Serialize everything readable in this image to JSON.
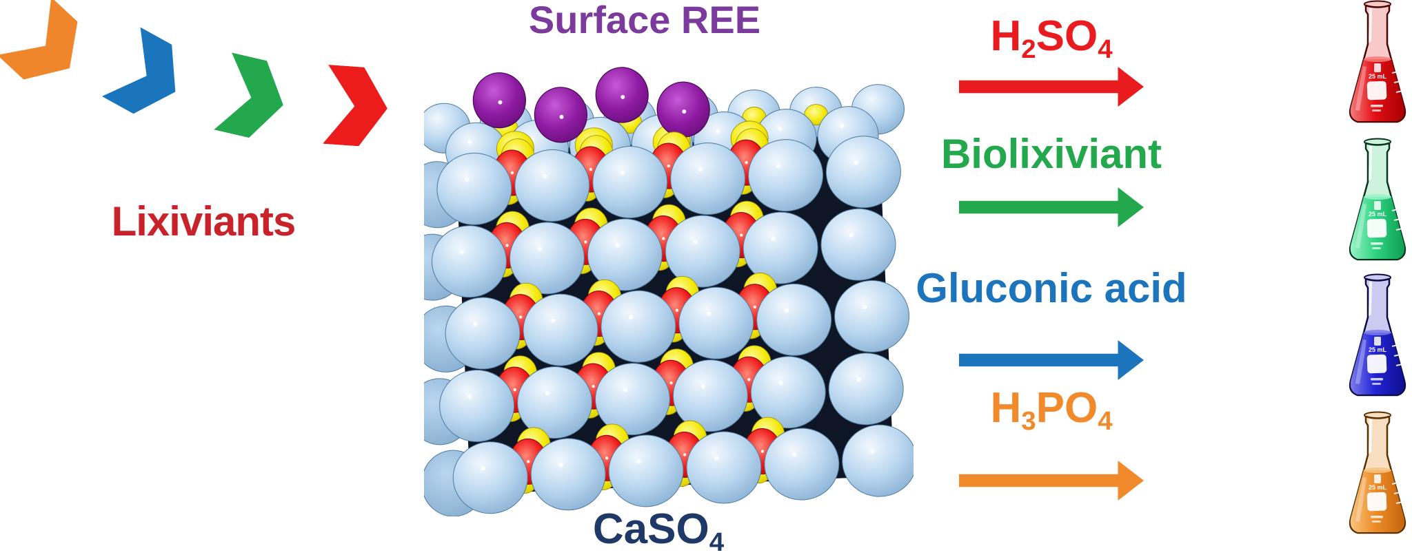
{
  "figure": {
    "background": "#FFFFFF"
  },
  "lixiviants": {
    "label": "Lixiviants",
    "label_color": "#C8232A",
    "chevrons": [
      {
        "name": "orange",
        "color": "#F0862C"
      },
      {
        "name": "blue",
        "color": "#1B75BC"
      },
      {
        "name": "green",
        "color": "#23A84D"
      },
      {
        "name": "red",
        "color": "#EC1C1C"
      }
    ]
  },
  "mineral": {
    "surface_label": "Surface REE",
    "surface_label_color": "#7A3B9D",
    "formula_label": "CaSO4",
    "formula_label_color": "#1E3868",
    "atom_colors": {
      "ca": {
        "light": "#F2F8FE",
        "mid": "#BAD7F0",
        "dark": "#7FA8CC",
        "stroke": "#4F7A9E"
      },
      "s": {
        "light": "#FFFB9E",
        "mid": "#F4E90A",
        "dark": "#CCB800",
        "stroke": "#998A00"
      },
      "o": {
        "light": "#FF8A7A",
        "mid": "#EE1515",
        "dark": "#A30000",
        "stroke": "#7E0000"
      },
      "ree": {
        "light": "#C55AD6",
        "mid": "#8F1BA2",
        "dark": "#5E0A70",
        "stroke": "#43064F"
      }
    }
  },
  "reactions": [
    {
      "reagent": "H2SO4",
      "color": "#EA1B1E"
    },
    {
      "reagent": "Biolixiviant",
      "color": "#23A84D"
    },
    {
      "reagent": "Gluconic acid",
      "color": "#1C75BC"
    },
    {
      "reagent": "H3PO4",
      "color": "#F18A2B"
    }
  ],
  "flasks": [
    {
      "name": "red",
      "volume_label": "25 mL",
      "colors": {
        "liquid": "#E30F16",
        "liquid_light": "#F47B7B",
        "liquid_dark": "#A80000",
        "tint": "#F7C9C9",
        "outline": "#4A0505"
      }
    },
    {
      "name": "green",
      "volume_label": "25 mL",
      "colors": {
        "liquid": "#2FD482",
        "liquid_light": "#9AF3C8",
        "liquid_dark": "#0E9E52",
        "tint": "#CDF3DF",
        "outline": "#07341D"
      }
    },
    {
      "name": "blue",
      "volume_label": "25 mL",
      "colors": {
        "liquid": "#2324D6",
        "liquid_light": "#7B7BEA",
        "liquid_dark": "#0F0F8E",
        "tint": "#CBCBF1",
        "outline": "#0A0A40"
      }
    },
    {
      "name": "orange",
      "volume_label": "25 mL",
      "colors": {
        "liquid": "#EE8C28",
        "liquid_light": "#F8C480",
        "liquid_dark": "#C4650C",
        "tint": "#F8DFC2",
        "outline": "#5A3000"
      }
    }
  ]
}
